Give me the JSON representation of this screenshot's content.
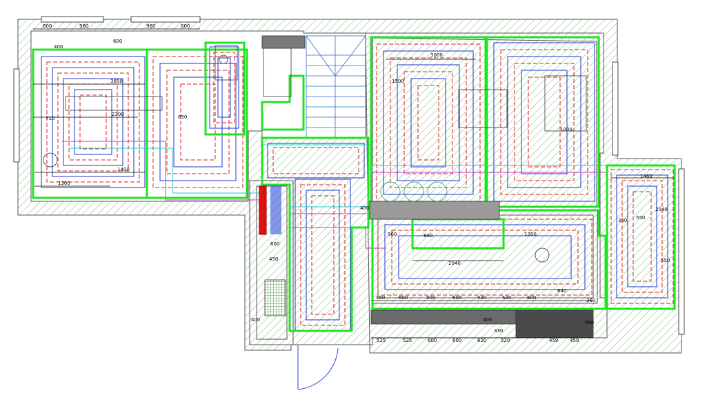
{
  "colors": {
    "zone": "#22e322",
    "supply": "#d42020",
    "return": "#2030c8",
    "cyan": "#20c8d8",
    "magenta": "#d030d0",
    "manifold": "#e01010"
  },
  "dimensions": [
    {
      "id": "d1",
      "text": "600"
    },
    {
      "id": "d2",
      "text": "960"
    },
    {
      "id": "d3",
      "text": "600"
    },
    {
      "id": "d4",
      "text": "960"
    },
    {
      "id": "d5",
      "text": "600"
    },
    {
      "id": "d6",
      "text": "400"
    },
    {
      "id": "d7",
      "text": "3650"
    },
    {
      "id": "d8",
      "text": "710"
    },
    {
      "id": "d9",
      "text": "2300"
    },
    {
      "id": "d10",
      "text": "650"
    },
    {
      "id": "d11",
      "text": "1400"
    },
    {
      "id": "d12",
      "text": "1300"
    },
    {
      "id": "d13",
      "text": "1500"
    },
    {
      "id": "d14",
      "text": "3000"
    },
    {
      "id": "d15",
      "text": "1000"
    },
    {
      "id": "d16",
      "text": "1460"
    },
    {
      "id": "d17",
      "text": "350"
    },
    {
      "id": "d18",
      "text": "550"
    },
    {
      "id": "d19",
      "text": "550"
    },
    {
      "id": "d20",
      "text": "600"
    },
    {
      "id": "d21",
      "text": "450"
    },
    {
      "id": "d22",
      "text": "400"
    },
    {
      "id": "d23",
      "text": "960"
    },
    {
      "id": "d24",
      "text": "2040"
    },
    {
      "id": "d25",
      "text": "1200"
    },
    {
      "id": "d26",
      "text": "450"
    },
    {
      "id": "d27",
      "text": "600"
    },
    {
      "id": "d28",
      "text": "500"
    },
    {
      "id": "d29",
      "text": "600"
    },
    {
      "id": "d30",
      "text": "520"
    },
    {
      "id": "d31",
      "text": "520"
    },
    {
      "id": "d32",
      "text": "600"
    },
    {
      "id": "d33",
      "text": "640"
    },
    {
      "id": "d34",
      "text": "360"
    },
    {
      "id": "d35",
      "text": "525"
    },
    {
      "id": "d36",
      "text": "525"
    },
    {
      "id": "d37",
      "text": "600"
    },
    {
      "id": "d38",
      "text": "600"
    },
    {
      "id": "d39",
      "text": "620"
    },
    {
      "id": "d40",
      "text": "520"
    },
    {
      "id": "d41",
      "text": "459"
    },
    {
      "id": "d42",
      "text": "459"
    },
    {
      "id": "d43",
      "text": "400"
    },
    {
      "id": "d44",
      "text": "330"
    },
    {
      "id": "d45",
      "text": "560"
    },
    {
      "id": "d46",
      "text": "400"
    },
    {
      "id": "d47",
      "text": "600"
    },
    {
      "id": "d48",
      "text": "2040"
    }
  ]
}
